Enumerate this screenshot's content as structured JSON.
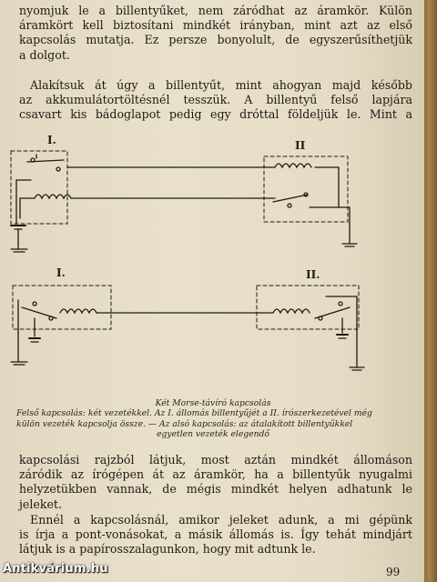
{
  "paragraph_1": [
    "nyomjuk le a billentyűket, nem záródhat az áramkör. Külön",
    "áramkört kell biztosítani mindkét irányban, mint azt az első",
    "kapcsolás mutatja. Ez persze bonyolult, de egyszerűsíthetjük",
    "a dolgot."
  ],
  "paragraph_2": [
    "Alakítsuk át úgy a billentyűt, mint ahogyan majd később",
    "az akkumulátortöltésnél tesszük. A billentyű felső lapjára",
    "csavart kis bádoglapot pedig egy dróttal földeljük le. Mint a"
  ],
  "diagram_labels": {
    "top_left": "I.",
    "top_right": "II",
    "bottom_left": "I.",
    "bottom_right": "II."
  },
  "caption": {
    "title": "Két Morse-távíró kapcsolás",
    "lines": [
      "Felső kapcsolás: két vezetékkel. Az I. állomás billentyűjét a II. írószerkezetével még",
      "külön vezeték kapcsolja össze. — Az alsó kapcsolás: az átalakított billentyűkkel",
      "egyetlen vezeték elegendő"
    ]
  },
  "paragraph_3": [
    "kapcsolási rajzból látjuk, most aztán mindkét állomáson",
    "záródik az írógépen át az áramkör, ha a billentyűk nyugalmi",
    "helyzetükben vannak, de mégis mindkét helyen adhatunk le",
    "jeleket."
  ],
  "paragraph_4": [
    "Ennél a kapcsolásnál, amikor jeleket adunk, a mi gépünk",
    "is írja a pont-vonásokat, a másik állomás is. Így tehát mindjárt",
    "látjuk is a papírosszalagunkon, hogy mit adtunk le."
  ],
  "page_number": "99",
  "watermark": "Antikvárium.hu",
  "colors": {
    "paper": "#e6dcc6",
    "ink": "#1e1a14",
    "book_edge": "#8f6b3c"
  }
}
